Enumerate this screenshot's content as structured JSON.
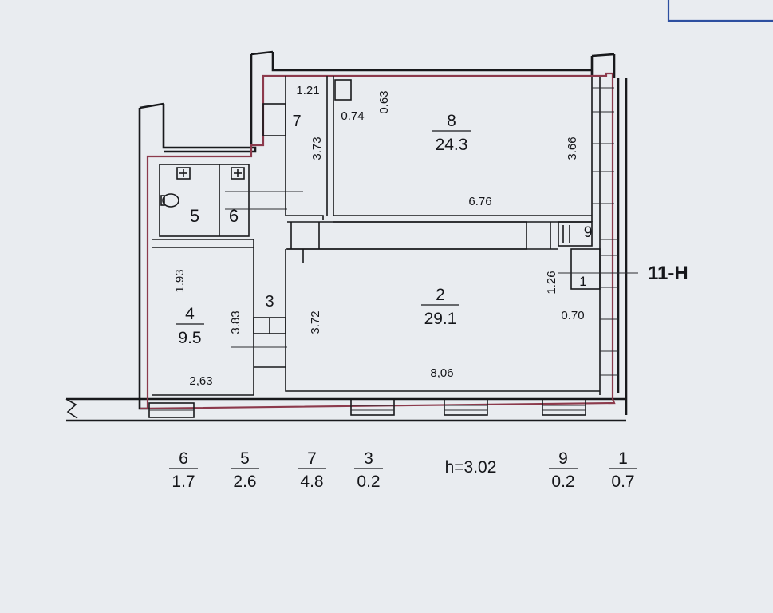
{
  "rooms": [
    {
      "num": "8",
      "area": "24.3"
    },
    {
      "num": "2",
      "area": "29.1"
    },
    {
      "num": "4",
      "area": "9.5"
    },
    {
      "num": "5"
    },
    {
      "num": "6"
    },
    {
      "num": "7"
    },
    {
      "num": "3"
    },
    {
      "num": "9"
    },
    {
      "num": "1"
    }
  ],
  "dimensions": {
    "d121": "1.21",
    "d063": "0.63",
    "d074": "0.74",
    "d373": "3.73",
    "d366": "3.66",
    "d676": "6.76",
    "d193": "1.93",
    "d383": "3.83",
    "d372": "3.72",
    "d126": "1.26",
    "d070": "0.70",
    "d263": "2,63",
    "d806": "8,06"
  },
  "unit_label": "11-Н",
  "legend": [
    {
      "num": "6",
      "area": "1.7"
    },
    {
      "num": "5",
      "area": "2.6"
    },
    {
      "num": "7",
      "area": "4.8"
    },
    {
      "num": "3",
      "area": "0.2"
    },
    {
      "num": "9",
      "area": "0.2"
    },
    {
      "num": "1",
      "area": "0.7"
    }
  ],
  "ceiling_height": "h=3.02",
  "colors": {
    "line": "#18191c",
    "red_outline": "#8c3a4c",
    "paper": "#e9ecf0"
  }
}
